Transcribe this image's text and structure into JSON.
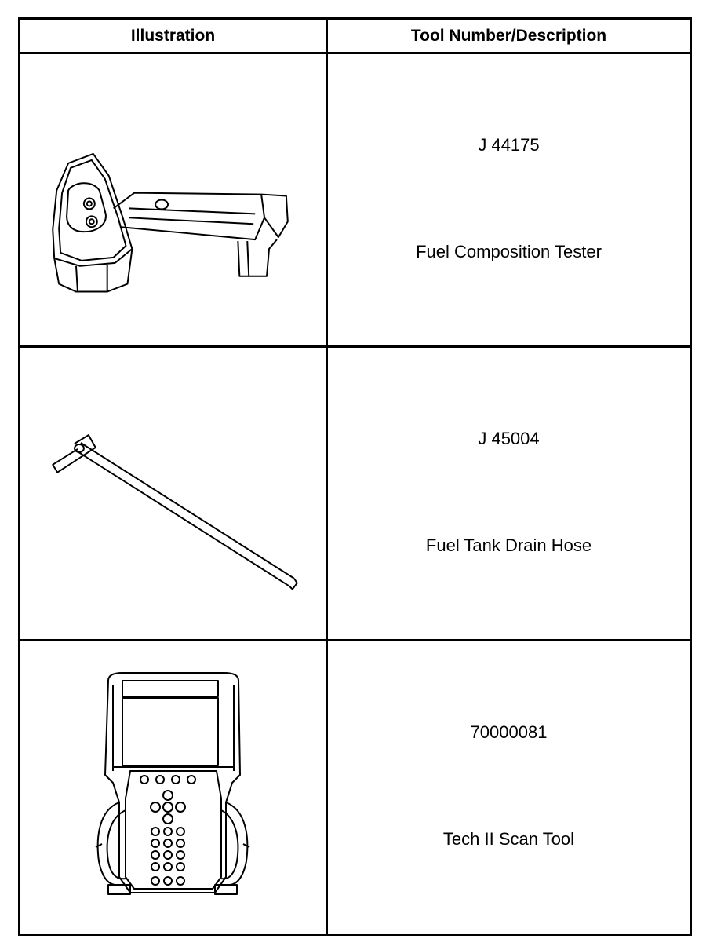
{
  "table": {
    "headers": {
      "illustration": "Illustration",
      "tool": "Tool Number/Description"
    },
    "rows": [
      {
        "number": "J 44175",
        "name": "Fuel Composition Tester",
        "icon": "fuel-composition-tester-illustration"
      },
      {
        "number": "J 45004",
        "name": "Fuel Tank Drain Hose",
        "icon": "fuel-tank-drain-hose-illustration"
      },
      {
        "number": "70000081",
        "name": "Tech II Scan Tool",
        "icon": "tech-ii-scan-tool-illustration"
      }
    ]
  }
}
